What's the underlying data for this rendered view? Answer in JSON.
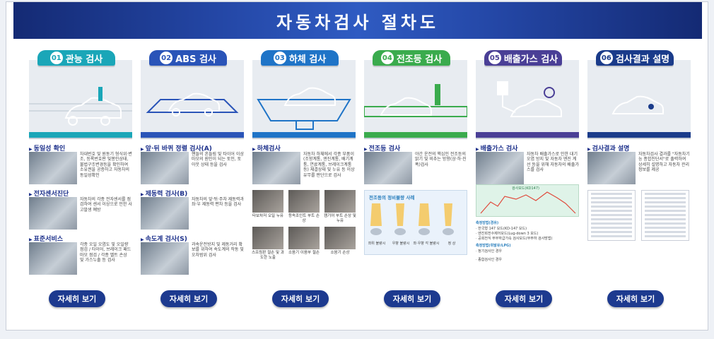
{
  "title": "자동차검사 절차도",
  "button_label": "자세히 보기",
  "colors": {
    "c1": "#1aa6b8",
    "c2": "#2a54b8",
    "c3": "#1f74c7",
    "c4": "#3aab4d",
    "c5": "#4a3f96",
    "c6": "#1a3b8a"
  },
  "steps": [
    {
      "num": "01",
      "title": "관능 검사",
      "sections": [
        {
          "title": "동일성 확인",
          "desc": "차대번호 및 원동기 형식위·변조, 등록번호판 및봉인상태, 불법구조변경등을 확인하여 소유권을 공증하고 자동차의 동일성확인"
        },
        {
          "title": "전자센서진단",
          "desc": "자동차의 각종 전자센서를 점검하여 센서 이상으로 인한 사고발생 예방"
        },
        {
          "title": "표준서비스",
          "desc": "각종 오일 오염도 및 오일량 점검 / 타이어, 브레이크 패드 마모 점검 / 각종 벨트 손상 및 가스누출 등 검사"
        }
      ]
    },
    {
      "num": "02",
      "title": "ABS 검사",
      "sections": [
        {
          "title": "앞·뒤 바퀴 정렬 검사(A)",
          "desc": "핸들의 흔들림 및 타이어 이상 마모의 원인이 되는 토인, 토아웃 상태 등을 검사"
        },
        {
          "title": "제동력 검사(B)",
          "desc": "자동차의 앞·뒤·주차 제동력과 좌·우 제동력 편차 등을 검사"
        },
        {
          "title": "속도계 검사(S)",
          "desc": "과속운전방지 및 제동거리 확보를 위하여 속도계의 작동 및 오차범위 검사"
        }
      ]
    },
    {
      "num": "03",
      "title": "하체 검사",
      "sections": [
        {
          "title": "하체검사",
          "desc": "자동차 하체에서 각종 부품이(조향계통, 엔진계통, 배기계통, 연료계통, 브레이크계통 등) 체결상태 및 누유 등 이상유무를 판단으로 검사"
        }
      ],
      "thumbs": [
        "타보차저 오일 누유",
        "등속조인트 부트 손상",
        "캠기어 부트 손상 및 누유",
        "스프링판 절손 및 과도한 노출",
        "소음기 이음부 절손",
        "소음기 손상"
      ]
    },
    {
      "num": "04",
      "title": "전조등 검사",
      "sections": [
        {
          "title": "전조등 검사",
          "desc": "야간 운전의 핵심인 전조등의 밝기 및 비추는 방향(상·하·진폭)검사"
        }
      ],
      "extra_title": "전조등의 정비불량 사례",
      "cases": [
        "좌위 불량시",
        "우향 불량시",
        "좌·우향 각 불량시",
        "정 상"
      ]
    },
    {
      "num": "05",
      "title": "배출가스 검사",
      "sections": [
        {
          "title": "배출가스 검사",
          "desc": "자동차 배출가스로 인한 대기오염 방지 및 자동차 엔진 계선 등을 위해 자동차의 배출가스를 검사"
        }
      ],
      "chart_caption": "검사모드(KD147)",
      "notes": [
        "측정방법(경유)",
        "· 한국형 147 모드(KD-147 모드)",
        "· 엔진회전수제어모드(Lug-down 3 모드)",
        "· 공회전식 무부하급가속 검사모드(무부하 검사방법)",
        "측정방법(휘발유/LPG)",
        "· 정기검사인 경우",
        "· 종합검사인 경우"
      ]
    },
    {
      "num": "06",
      "title": "검사결과 설명",
      "sections": [
        {
          "title": "검사결과 설명",
          "desc": "자동차검사 결과를 \"자동차기능 종합진단서\"로 출력하여 상세히 설명하고 자동차 관리 정보를 제공"
        }
      ]
    }
  ]
}
